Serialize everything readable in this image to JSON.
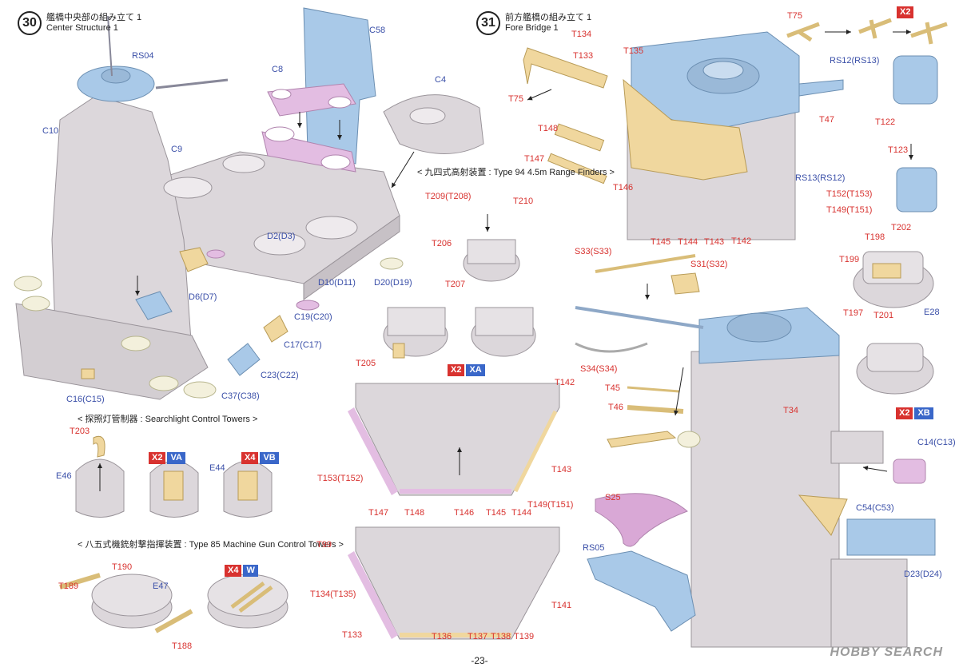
{
  "step30": {
    "number": "30",
    "title_jp": "艦橋中央部の組み立て 1",
    "title_en": "Center Structure 1"
  },
  "step31": {
    "number": "31",
    "title_jp": "前方艦橋の組み立て 1",
    "title_en": "Fore Bridge 1"
  },
  "sections": {
    "range_finders": "< 九四式高射装置 : Type 94 4.5m Range Finders >",
    "searchlight": "< 探照灯管制器 : Searchlight Control Towers >",
    "machine_gun": "< 八五式機銃射撃指揮装置 : Type 85 Machine Gun Control Towers >"
  },
  "badges": {
    "rf": [
      "X2",
      "XA"
    ],
    "va": [
      "X2",
      "VA"
    ],
    "vb": [
      "X4",
      "VB"
    ],
    "w": [
      "X4",
      "W"
    ],
    "t75": [
      "X2"
    ],
    "xb": [
      "X2",
      "XB"
    ]
  },
  "labels": {
    "c58": "C58",
    "rs04": "RS04",
    "c8": "C8",
    "c4": "C4",
    "c10": "C10",
    "c9": "C9",
    "d2": "D2(D3)",
    "d10": "D10(D11)",
    "d20": "D20(D19)",
    "d6": "D6(D7)",
    "c19": "C19(C20)",
    "c17": "C17(C17)",
    "c23": "C23(C22)",
    "c37": "C37(C38)",
    "c16": "C16(C15)",
    "t209": "T209(T208)",
    "t210": "T210",
    "t206": "T206",
    "t207": "T207",
    "t205": "T205",
    "t203": "T203",
    "e46": "E46",
    "e44": "E44",
    "t190": "T190",
    "t189": "T189",
    "e47": "E47",
    "t188": "T188",
    "t134": "T134",
    "t133": "T133",
    "t135": "T135",
    "t75a": "T75",
    "t148": "T148",
    "t147": "T147",
    "t75": "T75",
    "rs12": "RS12(RS13)",
    "t47": "T47",
    "t122": "T122",
    "t123": "T123",
    "rs13": "RS13(RS12)",
    "t152": "T152(T153)",
    "t149": "T149(T151)",
    "t146": "T146",
    "t145": "T145",
    "t144": "T144",
    "t143": "T143",
    "t142": "T142",
    "t202": "T202",
    "t198": "T198",
    "t199": "T199",
    "t197": "T197",
    "t201": "T201",
    "e28": "E28",
    "s33": "S33(S33)",
    "s31": "S31(S32)",
    "s34": "S34(S34)",
    "t45": "T45",
    "t46": "T46",
    "t34": "T34",
    "c14": "C14(C13)",
    "c54": "C54(C53)",
    "s25": "S25",
    "rs05": "RS05",
    "d23": "D23(D24)",
    "p_t142": "T142",
    "p_t143": "T143",
    "p_t153": "T153(T152)",
    "p_t149": "T149(T151)",
    "p_t147": "T147",
    "p_t148": "T148",
    "p_t146": "T146",
    "p_t145": "T145",
    "p_t144": "T144",
    "p_t99": "T99",
    "p_t134": "T134(T135)",
    "p_t141": "T141",
    "p_t133": "T133",
    "p_t136": "T136",
    "p_t137": "T137",
    "p_t138": "T138",
    "p_t139": "T139"
  },
  "page_number": "-23-",
  "brand": "HOBBY SEARCH",
  "colors": {
    "gray": "#dcd7db",
    "blue": "#a9c9e8",
    "pink": "#e3bde2",
    "yellow": "#f0d79e",
    "red": "#d8322f",
    "label_blue": "#3a4fa8"
  }
}
